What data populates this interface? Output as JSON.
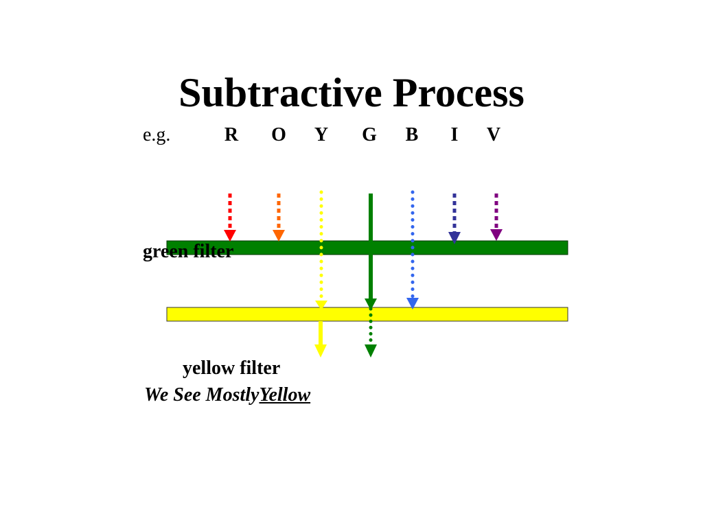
{
  "title": "Subtractive Process",
  "example_label": "e.g.",
  "spectrum": [
    {
      "letter": "R",
      "color": "#ff0000"
    },
    {
      "letter": "O",
      "color": "#ff6600"
    },
    {
      "letter": "Y",
      "color": "#ffff00"
    },
    {
      "letter": "G",
      "color": "#008000"
    },
    {
      "letter": "B",
      "color": "#3366ee"
    },
    {
      "letter": "I",
      "color": "#333399"
    },
    {
      "letter": "V",
      "color": "#800080"
    }
  ],
  "filters": {
    "green": {
      "label": "green filter",
      "color": "#008000",
      "passes": [
        "Y",
        "G",
        "B"
      ]
    },
    "yellow": {
      "label": "yellow filter",
      "color": "#ffff00",
      "passes": [
        "Y",
        "G"
      ]
    }
  },
  "conclusion": {
    "prefix": "We See Mostly",
    "result": "Yellow"
  }
}
